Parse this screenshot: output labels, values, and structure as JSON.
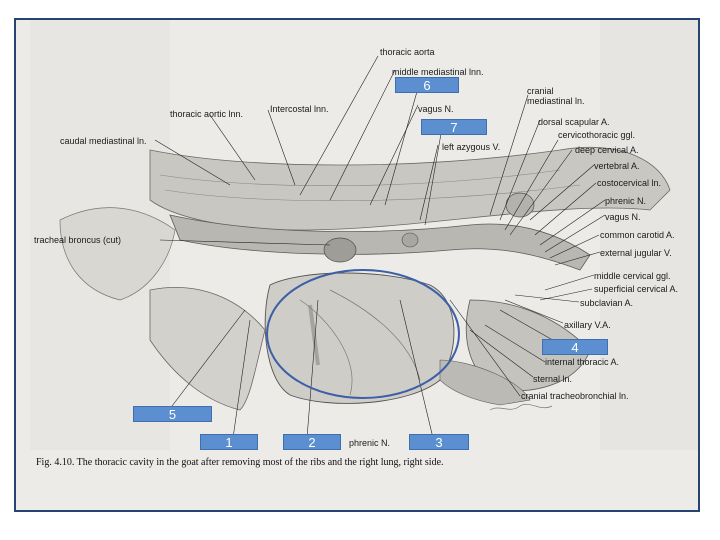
{
  "figure": {
    "caption": "Fig. 4.10. The thoracic cavity in the goat after removing most of the ribs and the right lung, right side."
  },
  "labels": {
    "thoracic_aorta": "thoracic aorta",
    "middle_mediastinal_lnn": "middle mediastinal lnn.",
    "cranial_mediastinal_ln": "cranial\nmediastinal ln.",
    "vagus_n_top": "vagus N.",
    "thoracic_aortic_lnn": "thoracic aortic lnn.",
    "intercostal_lnn": "Intercostal lnn.",
    "dorsal_scapular_a": "dorsal scapular A.",
    "cervicothoracic_ggl": "cervicothoracic ggl.",
    "caudal_mediastinal_ln": "caudal mediastinal ln.",
    "left_azygous_v": "left azygous V.",
    "deep_cervical_a": "deep cervical A.",
    "vertebral_a": "vertebral A.",
    "costocervical_ln": "costocervical ln.",
    "phrenic_n_right": "phrenic N.",
    "vagus_n_right": "vagus N.",
    "common_carotid_a": "common carotid A.",
    "tracheal_broncus": "tracheal broncus (cut)",
    "external_jugular_v": "external jugular V.",
    "middle_cervical_ggl": "middle cervical ggl.",
    "superficial_cervical_a": "superficial cervical A.",
    "subclavian_a": "subclavian A.",
    "axillary_va": "axillary V.A.",
    "internal_thoracic_a": "internal thoracic A.",
    "sternal_ln": "sternal ln.",
    "cranial_tracheobronchial_ln": "cranial tracheobronchial ln.",
    "phrenic_n_bottom": "phrenic N."
  },
  "badges": {
    "b1": "1",
    "b2": "2",
    "b3": "3",
    "b4": "4",
    "b5": "5",
    "b6": "6",
    "b7": "7"
  },
  "colors": {
    "frame": "#25446f",
    "badge": "#5b8fcf",
    "ellipse": "#3d5fa8",
    "leader": "#222222"
  }
}
